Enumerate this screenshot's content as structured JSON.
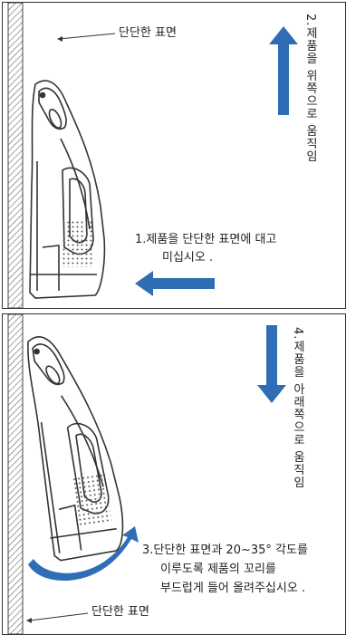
{
  "top": {
    "surface_label": "단단한 표면",
    "step2": "2.제품을 위쪽으로 움직임",
    "step1_line1": "1.제품을 단단한 표면에 대고",
    "step1_line2": "미십시오 ."
  },
  "bottom": {
    "step4": "4.제품을 아래쪽으로 움직임",
    "step3_line1": "3.단단한 표면과 20~35° 각도를",
    "step3_line2": "이루도록 제품의 꼬리를",
    "step3_line3": "부드럽게 들어 올려주십시오 .",
    "surface_label": "단단한 표면"
  },
  "colors": {
    "arrow": "#2f6db5",
    "wall_line": "#555555",
    "outline": "#333333"
  }
}
